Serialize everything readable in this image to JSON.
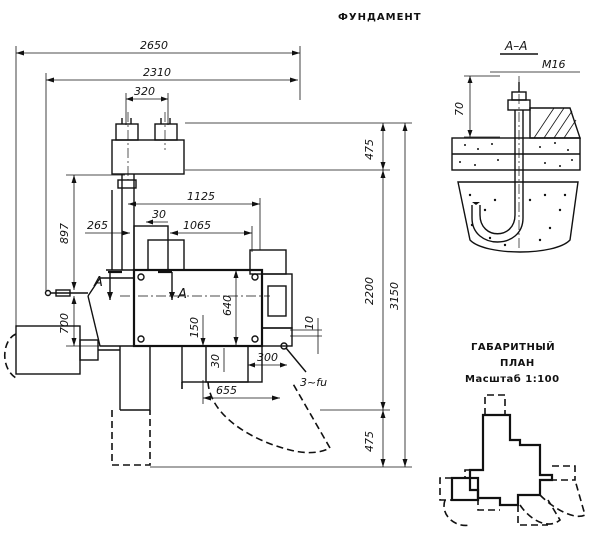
{
  "titles": {
    "foundation": "ФУНДАМЕНТ",
    "plan_line1": "ГАБАРИТНЫЙ",
    "plan_line2": "ПЛАН",
    "scale": "Масштаб 1:100"
  },
  "section": {
    "label": "А–А",
    "bolt": "М16",
    "depth": "70"
  },
  "dimensions": {
    "overall_width": "2650",
    "table_width": "2310",
    "top_offset": "320",
    "right_top": "475",
    "right_middle": "2200",
    "right_bottom": "475",
    "right_total": "3150",
    "d1125": "1125",
    "d1065": "1065",
    "d265": "265",
    "d30_top": "30",
    "d897": "897",
    "d700": "700",
    "d640": "640",
    "d150": "150",
    "d30_bottom": "30",
    "d300": "300",
    "d10": "10",
    "d655": "655"
  },
  "markers": {
    "section_left": "А",
    "section_right": "А",
    "power": "3~fu"
  }
}
